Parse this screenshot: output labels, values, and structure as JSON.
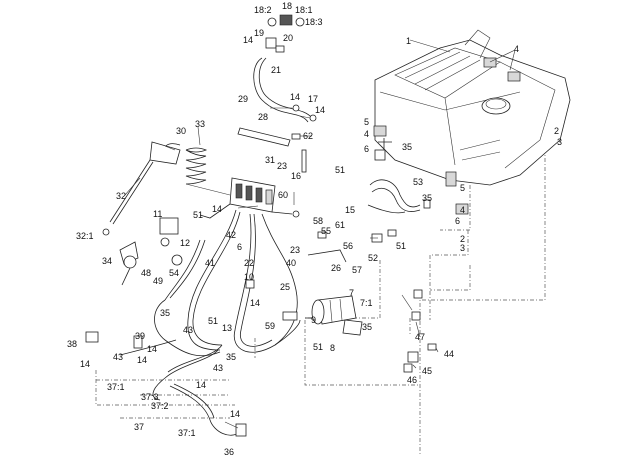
{
  "callouts": [
    {
      "id": "c-18",
      "text": "18"
    },
    {
      "id": "c-18-2",
      "text": "18:2"
    },
    {
      "id": "c-18-1",
      "text": "18:1"
    },
    {
      "id": "c-18-3",
      "text": "18:3"
    },
    {
      "id": "c-19",
      "text": "19"
    },
    {
      "id": "c-14a",
      "text": "14"
    },
    {
      "id": "c-20",
      "text": "20"
    },
    {
      "id": "c-21",
      "text": "21"
    },
    {
      "id": "c-1",
      "text": "1"
    },
    {
      "id": "c-4a",
      "text": "4"
    },
    {
      "id": "c-29",
      "text": "29"
    },
    {
      "id": "c-14b",
      "text": "14"
    },
    {
      "id": "c-17",
      "text": "17"
    },
    {
      "id": "c-14c",
      "text": "14"
    },
    {
      "id": "c-28",
      "text": "28"
    },
    {
      "id": "c-33",
      "text": "33"
    },
    {
      "id": "c-30",
      "text": "30"
    },
    {
      "id": "c-62",
      "text": "62"
    },
    {
      "id": "c-5a",
      "text": "5"
    },
    {
      "id": "c-4b",
      "text": "4"
    },
    {
      "id": "c-6a",
      "text": "6"
    },
    {
      "id": "c-2a",
      "text": "2"
    },
    {
      "id": "c-3a",
      "text": "3"
    },
    {
      "id": "c-35a",
      "text": "35"
    },
    {
      "id": "c-31",
      "text": "31"
    },
    {
      "id": "c-23a",
      "text": "23"
    },
    {
      "id": "c-16",
      "text": "16"
    },
    {
      "id": "c-51a",
      "text": "51"
    },
    {
      "id": "c-53",
      "text": "53"
    },
    {
      "id": "c-5b",
      "text": "5"
    },
    {
      "id": "c-35b",
      "text": "35"
    },
    {
      "id": "c-4c",
      "text": "4"
    },
    {
      "id": "c-6b",
      "text": "6"
    },
    {
      "id": "c-32",
      "text": "32"
    },
    {
      "id": "c-14d",
      "text": "14"
    },
    {
      "id": "c-60",
      "text": "60"
    },
    {
      "id": "c-15",
      "text": "15"
    },
    {
      "id": "c-11",
      "text": "11"
    },
    {
      "id": "c-51b",
      "text": "51"
    },
    {
      "id": "c-58",
      "text": "58"
    },
    {
      "id": "c-61",
      "text": "61"
    },
    {
      "id": "c-2b",
      "text": "2"
    },
    {
      "id": "c-3b",
      "text": "3"
    },
    {
      "id": "c-32-1",
      "text": "32:1"
    },
    {
      "id": "c-12",
      "text": "12"
    },
    {
      "id": "c-42",
      "text": "42"
    },
    {
      "id": "c-55",
      "text": "55"
    },
    {
      "id": "c-6c",
      "text": "6"
    },
    {
      "id": "c-23b",
      "text": "23"
    },
    {
      "id": "c-56",
      "text": "56"
    },
    {
      "id": "c-51c",
      "text": "51"
    },
    {
      "id": "c-52",
      "text": "52"
    },
    {
      "id": "c-34",
      "text": "34"
    },
    {
      "id": "c-41",
      "text": "41"
    },
    {
      "id": "c-22",
      "text": "22"
    },
    {
      "id": "c-40",
      "text": "40"
    },
    {
      "id": "c-26",
      "text": "26"
    },
    {
      "id": "c-57",
      "text": "57"
    },
    {
      "id": "c-48",
      "text": "48"
    },
    {
      "id": "c-54",
      "text": "54"
    },
    {
      "id": "c-49",
      "text": "49"
    },
    {
      "id": "c-10",
      "text": "10"
    },
    {
      "id": "c-14e",
      "text": "14"
    },
    {
      "id": "c-25",
      "text": "25"
    },
    {
      "id": "c-7",
      "text": "7"
    },
    {
      "id": "c-7-1",
      "text": "7:1"
    },
    {
      "id": "c-35c",
      "text": "35"
    },
    {
      "id": "c-51d",
      "text": "51"
    },
    {
      "id": "c-13",
      "text": "13"
    },
    {
      "id": "c-59",
      "text": "59"
    },
    {
      "id": "c-9",
      "text": "9"
    },
    {
      "id": "c-35d",
      "text": "35"
    },
    {
      "id": "c-47",
      "text": "47"
    },
    {
      "id": "c-39",
      "text": "39"
    },
    {
      "id": "c-43a",
      "text": "43"
    },
    {
      "id": "c-38",
      "text": "38"
    },
    {
      "id": "c-14f",
      "text": "14"
    },
    {
      "id": "c-43b",
      "text": "43"
    },
    {
      "id": "c-51e",
      "text": "51"
    },
    {
      "id": "c-8",
      "text": "8"
    },
    {
      "id": "c-44",
      "text": "44"
    },
    {
      "id": "c-14g",
      "text": "14"
    },
    {
      "id": "c-35e",
      "text": "35"
    },
    {
      "id": "c-14h",
      "text": "14"
    },
    {
      "id": "c-43c",
      "text": "43"
    },
    {
      "id": "c-45",
      "text": "45"
    },
    {
      "id": "c-46",
      "text": "46"
    },
    {
      "id": "c-37-1a",
      "text": "37:1"
    },
    {
      "id": "c-14i",
      "text": "14"
    },
    {
      "id": "c-37-3",
      "text": "37:3"
    },
    {
      "id": "c-37-2",
      "text": "37:2"
    },
    {
      "id": "c-14j",
      "text": "14"
    },
    {
      "id": "c-37",
      "text": "37"
    },
    {
      "id": "c-37-1b",
      "text": "37:1"
    },
    {
      "id": "c-36",
      "text": "36"
    }
  ]
}
